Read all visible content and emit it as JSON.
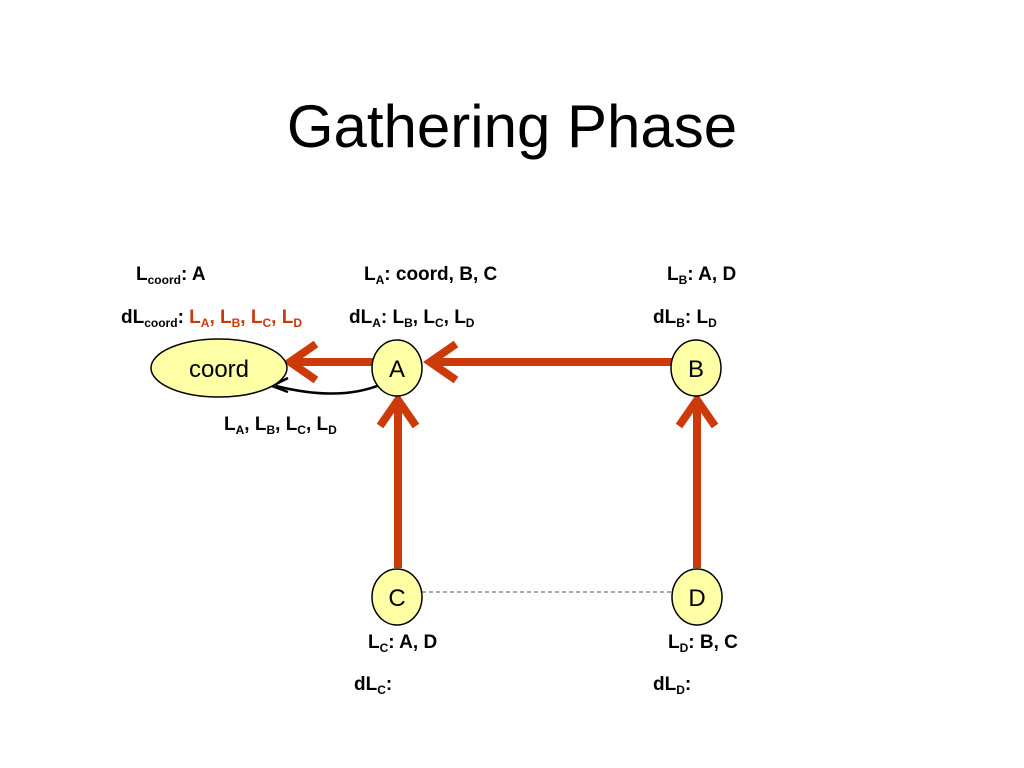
{
  "title": "Gathering Phase",
  "colors": {
    "edge": "#cc3a0a",
    "node_fill": "#ffffa6",
    "highlight_text": "#c83a0a"
  },
  "nodes": {
    "coord": "coord",
    "a": "A",
    "b": "B",
    "c": "C",
    "d": "D"
  },
  "labels": {
    "l_coord": {
      "prefix": "L",
      "sub": "coord",
      "suffix": ": A"
    },
    "dl_coord": {
      "prefix": "dL",
      "sub": "coord",
      "suffix": ": ",
      "items": [
        {
          "main": "L",
          "sub": "A"
        },
        {
          "main": "L",
          "sub": "B"
        },
        {
          "main": "L",
          "sub": "C"
        },
        {
          "main": "L",
          "sub": "D"
        }
      ]
    },
    "l_a": {
      "prefix": "L",
      "sub": "A",
      "suffix": ": coord, B, C"
    },
    "dl_a": {
      "prefix": "dL",
      "sub": "A",
      "suffix": ": ",
      "items": [
        {
          "main": "L",
          "sub": "B"
        },
        {
          "main": "L",
          "sub": "C"
        },
        {
          "main": "L",
          "sub": "D"
        }
      ]
    },
    "l_b": {
      "prefix": "L",
      "sub": "B",
      "suffix": ": A, D"
    },
    "dl_b": {
      "prefix": "dL",
      "sub": "B",
      "suffix": ": ",
      "items": [
        {
          "main": "L",
          "sub": "D"
        }
      ]
    },
    "l_c": {
      "prefix": "L",
      "sub": "C",
      "suffix": ": A, D"
    },
    "dl_c": {
      "prefix": "dL",
      "sub": "C",
      "suffix": ":"
    },
    "l_d": {
      "prefix": "L",
      "sub": "D",
      "suffix": ": B, C"
    },
    "dl_d": {
      "prefix": "dL",
      "sub": "D",
      "suffix": ":"
    },
    "message": {
      "items": [
        {
          "main": "L",
          "sub": "A"
        },
        {
          "main": "L",
          "sub": "B"
        },
        {
          "main": "L",
          "sub": "C"
        },
        {
          "main": "L",
          "sub": "D"
        }
      ]
    }
  }
}
